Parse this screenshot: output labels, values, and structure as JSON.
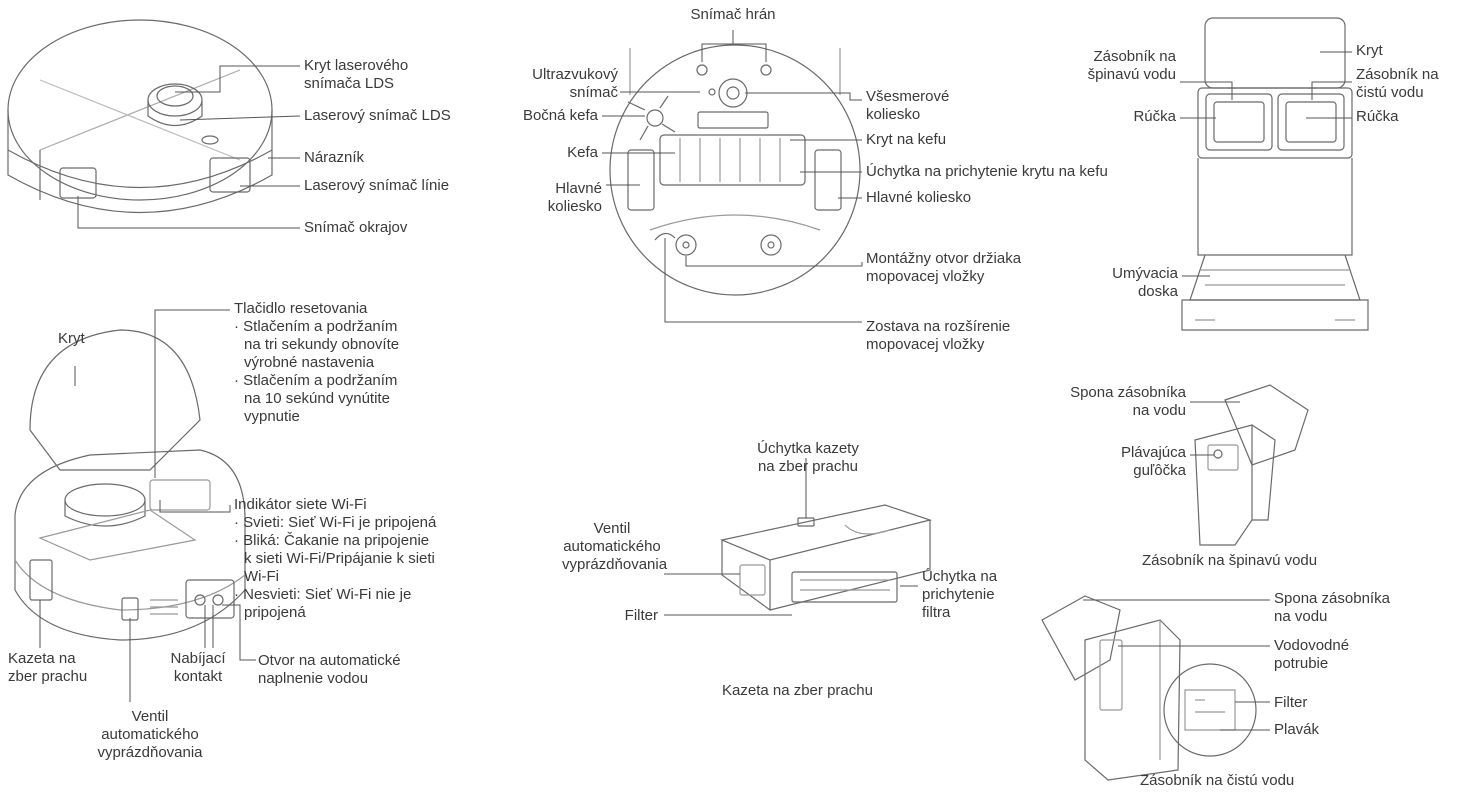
{
  "robot_top": {
    "lds_cover": [
      "Kryt laserového",
      "snímača LDS"
    ],
    "lds_sensor": "Laserový snímač LDS",
    "bumper": "Nárazník",
    "line_laser": "Laserový snímač línie",
    "edge_sensor": "Snímač okrajov"
  },
  "robot_bottom": {
    "cliff_sensor": "Snímač hrán",
    "ultrasonic": [
      "Ultrazvukový",
      "snímač"
    ],
    "side_brush": "Bočná kefa",
    "brush": "Kefa",
    "main_wheel_left": [
      "Hlavné",
      "koliesko"
    ],
    "omni_wheel": [
      "Všesmerové",
      "koliesko"
    ],
    "brush_cover": "Kryt na kefu",
    "brush_cover_clip": "Úchytka na prichytenie krytu na kefu",
    "main_wheel_right": "Hlavné koliesko",
    "mop_mount": [
      "Montážny otvor držiaka",
      "mopovacej vložky"
    ],
    "mop_extension": [
      "Zostava na rozšírenie",
      "mopovacej vložky"
    ]
  },
  "station": {
    "cover": "Kryt",
    "dirty_tank": [
      "Zásobník na",
      "špinavú vodu"
    ],
    "clean_tank": [
      "Zásobník na",
      "čistú vodu"
    ],
    "handle_left": "Rúčka",
    "handle_right": "Rúčka",
    "wash_board": [
      "Umývacia",
      "doska"
    ]
  },
  "robot_open": {
    "cover": "Kryt",
    "reset": {
      "title": "Tlačidlo resetovania",
      "items": [
        [
          "Stlačením a podržaním",
          "na tri sekundy obnovíte",
          "výrobné nastavenia"
        ],
        [
          "Stlačením a podržaním",
          "na 10 sekúnd vynútite",
          "vypnutie"
        ]
      ]
    },
    "wifi": {
      "title": "Indikátor siete Wi-Fi",
      "items": [
        [
          "Svieti: Sieť Wi-Fi je pripojená"
        ],
        [
          "Bliká: Čakanie na pripojenie",
          "k sieti Wi-Fi/Pripájanie k sieti",
          "Wi-Fi"
        ],
        [
          "Nesvieti: Sieť Wi-Fi nie je",
          "pripojená"
        ]
      ]
    },
    "dust_box": [
      "Kazeta na",
      "zber prachu"
    ],
    "charging": [
      "Nabíjací",
      "kontakt"
    ],
    "water_port": [
      "Otvor na automatické",
      "naplnenie vodou"
    ],
    "valve": [
      "Ventil",
      "automatického",
      "vyprázdňovania"
    ]
  },
  "dust_cassette": {
    "clip": [
      "Úchytka kazety",
      "na zber prachu"
    ],
    "valve": [
      "Ventil",
      "automatického",
      "vyprázdňovania"
    ],
    "filter": "Filter",
    "filter_clip": [
      "Úchytka na",
      "prichytenie",
      "filtra"
    ],
    "caption": "Kazeta na zber prachu"
  },
  "dirty_tank_detail": {
    "clip": [
      "Spona zásobníka",
      "na vodu"
    ],
    "float_ball": [
      "Plávajúca",
      "guľôčka"
    ],
    "caption": "Zásobník na špinavú vodu"
  },
  "clean_tank_detail": {
    "clip": [
      "Spona zásobníka",
      "na vodu"
    ],
    "pipe": [
      "Vodovodné",
      "potrubie"
    ],
    "filter": "Filter",
    "float": "Plavák",
    "caption": "Zásobník na čistú vodu"
  }
}
